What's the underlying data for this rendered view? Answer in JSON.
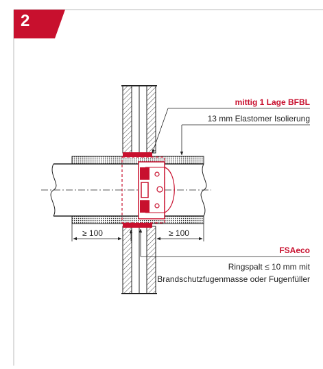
{
  "figure": {
    "number": "2",
    "accent_color": "#c8102e"
  },
  "labels": {
    "layer": "mittig 1 Lage BFBL",
    "insulation": "13 mm Elastomer Isolierung",
    "product": "FSAeco",
    "gap_line1": "Ringspalt ≤ 10 mm mit",
    "gap_line2": "Brandschutzfugenmasse oder Fugenfüller",
    "dim_left": "≥ 100",
    "dim_right": "≥ 100"
  }
}
